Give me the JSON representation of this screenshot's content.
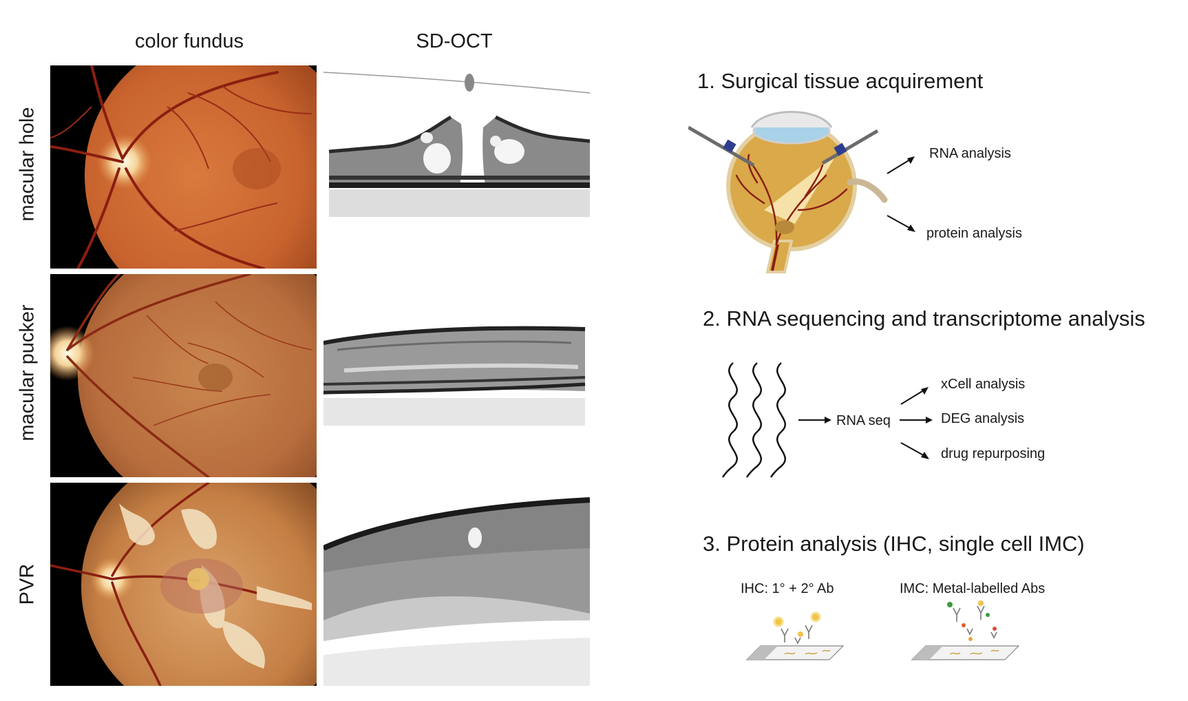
{
  "columns": {
    "fundus": "color fundus",
    "oct": "SD-OCT"
  },
  "rows": [
    {
      "label": "macular hole"
    },
    {
      "label": "macular pucker"
    },
    {
      "label": "PVR"
    }
  ],
  "steps": {
    "step1": {
      "title": "1. Surgical tissue acquirement",
      "outputs": [
        "RNA analysis",
        "protein analysis"
      ]
    },
    "step2": {
      "title": "2. RNA sequencing and transcriptome analysis",
      "center": "RNA seq",
      "outputs": [
        "xCell analysis",
        "DEG analysis",
        "drug repurposing"
      ]
    },
    "step3": {
      "title": "3. Protein analysis (IHC, single cell IMC)",
      "ihc": "IHC: 1° + 2° Ab",
      "imc": "IMC: Metal-labelled Abs"
    }
  },
  "colors": {
    "fundus_orange": "#c8632e",
    "vessel": "#8a1f10",
    "eye_gold": "#d9a94a"
  }
}
